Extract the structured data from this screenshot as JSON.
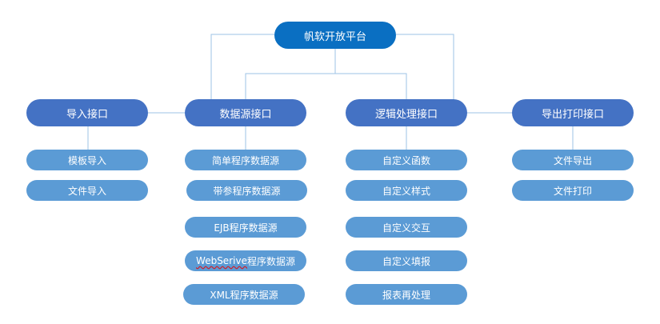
{
  "root": "帆软开放平台",
  "groups": [
    {
      "label": "导入接口",
      "children": [
        "模板导入",
        "文件导入"
      ]
    },
    {
      "label": "数据源接口",
      "children": [
        "简单程序数据源",
        "带参程序数据源",
        "EJB程序数据源",
        "WebSerive",
        "XML程序数据源"
      ],
      "webserive_suffix": "程序数据源"
    },
    {
      "label": "逻辑处理接口",
      "children": [
        "自定义函数",
        "自定义样式",
        "自定义交互",
        "自定义填报",
        "报表再处理"
      ]
    },
    {
      "label": "导出打印接口",
      "children": [
        "文件导出",
        "文件打印"
      ]
    }
  ],
  "colors": {
    "root": "#0a6fc2",
    "level1": "#4472c4",
    "level2": "#5b9bd5",
    "line": "#9dc3e6"
  }
}
